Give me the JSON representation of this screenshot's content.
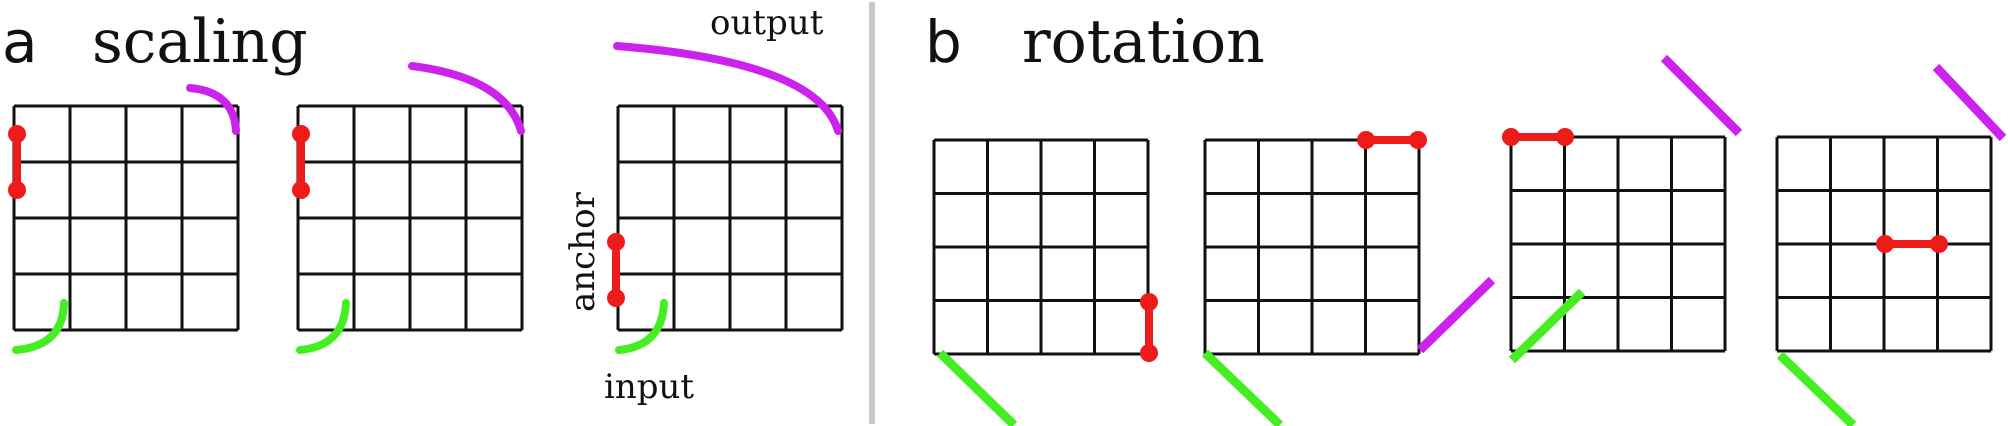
{
  "panel_a": {
    "letter": "a",
    "title": "scaling"
  },
  "panel_b": {
    "letter": "b",
    "title": "rotation"
  },
  "labels": {
    "output": "output",
    "input": "input",
    "anchor": "anchor"
  },
  "colors": {
    "grid": "#111111",
    "anchor": "#ee1b1b",
    "input": "#44ee22",
    "output": "#cc22ee",
    "divider": "#c8c8c8"
  }
}
